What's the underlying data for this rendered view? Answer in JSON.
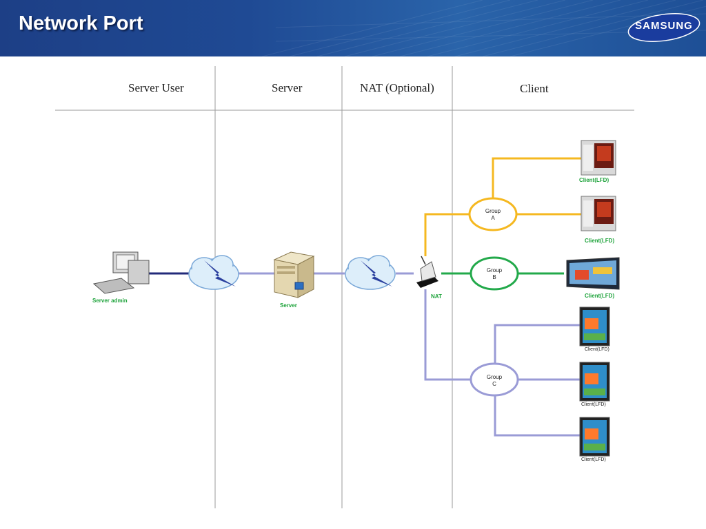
{
  "header": {
    "title": "Network Port",
    "logo_text": "SAMSUNG"
  },
  "columns": [
    "Server User",
    "Server",
    "NAT (Optional)",
    "Client"
  ],
  "nodes": {
    "server_admin": "Server admin",
    "server": "Server",
    "nat": "NAT"
  },
  "groups": [
    {
      "line1": "Group",
      "line2": "A"
    },
    {
      "line1": "Group",
      "line2": "B"
    },
    {
      "line1": "Group",
      "line2": "C"
    }
  ],
  "clients": [
    "Client(LFD)",
    "Client(LFD)",
    "Client(LFD)",
    "Client(LFD)",
    "Client(LFD)",
    "Client(LFD)"
  ],
  "colors": {
    "header_blue": "#1f4a94",
    "group_a": "#f5b820",
    "group_b": "#22a94a",
    "group_c": "#9a9bd6",
    "admin_link": "#222a7a",
    "label_green": "#1ea33b"
  }
}
